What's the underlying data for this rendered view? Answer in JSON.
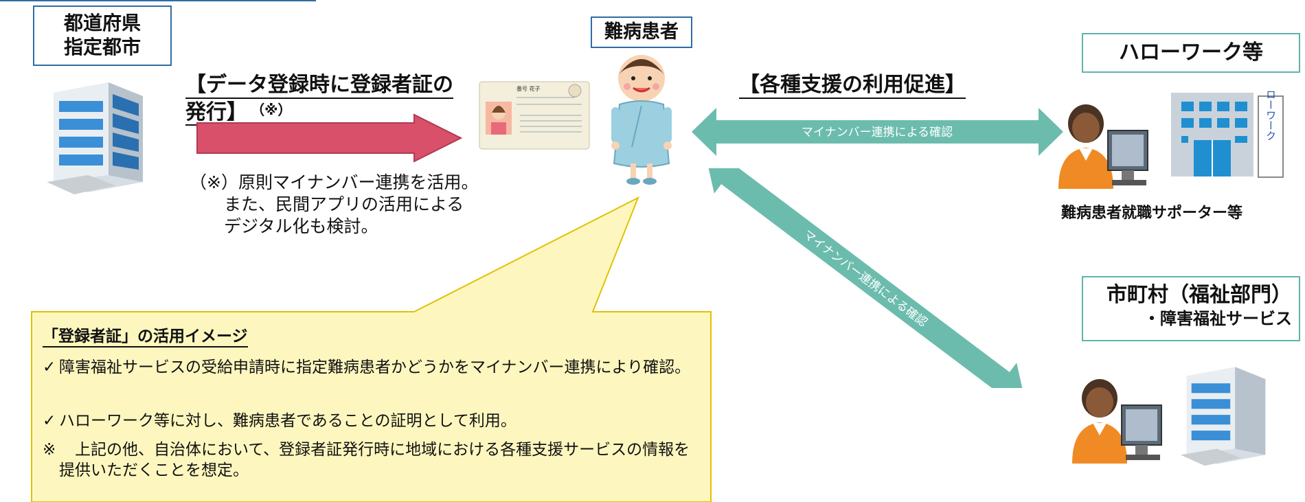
{
  "left_box": {
    "line1": "都道府県",
    "line2": "指定都市"
  },
  "patient_box": "難病患者",
  "issue_heading": {
    "line1": "【データ登録時に登録者証の",
    "line2": "発行】",
    "marker": "（※）"
  },
  "issue_note": "（※）原則マイナンバー連携を活用。\n　　また、民間アプリの活用による\n　　デジタル化も検討。",
  "support_heading": "【各種支援の利用促進】",
  "arrow_label_horizontal": "マイナンバー連携による確認",
  "arrow_label_diagonal": "マイナンバー連携による確認",
  "hellowork_box": "ハローワーク等",
  "hellowork_sign": "ハローワーク",
  "supporter_label": "難病患者就職サポーター等",
  "municipality_box": {
    "line1": "市町村（福祉部門）",
    "line2": "・障害福祉サービス"
  },
  "callout": {
    "title": "「登録者証」の活用イメージ",
    "item1_mark": "✓",
    "item1": "障害福祉サービスの受給申請時に指定難病患者かどうかをマイナンバー連携により確認。",
    "item2_mark": "✓",
    "item2": "ハローワーク等に対し、難病患者であることの証明として利用。",
    "note_mark": "※",
    "note": "　上記の他、自治体において、登録者証発行時に地域における各種支援サービスの情報を提供いただくことを想定。"
  },
  "card": {
    "name": "番号 花子"
  },
  "colors": {
    "border_blue": "#2e6da4",
    "teal": "#6cbcae",
    "red_arrow": "#d9506a",
    "callout_bg": "#fdf7bf",
    "callout_border": "#e0c200"
  },
  "icons": [
    "office-building-icon",
    "patient-illustration",
    "registration-card-image",
    "worker-at-computer-icon",
    "hellowork-building-icon"
  ]
}
